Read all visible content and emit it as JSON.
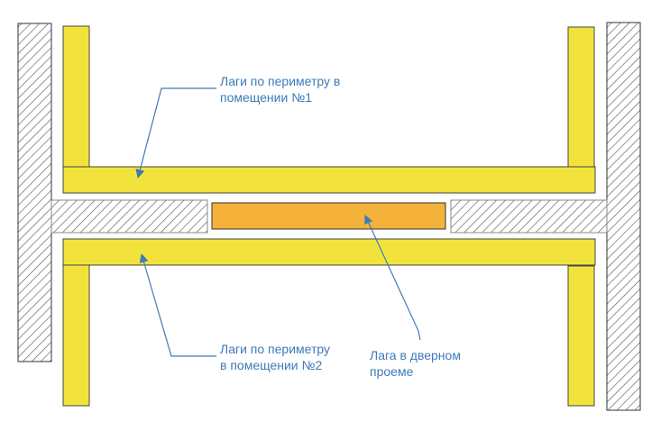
{
  "diagram": {
    "title": "",
    "colors": {
      "joist": "#f2e33c",
      "door_joist": "#f4b23a",
      "callout": "#3d7ab8",
      "wall_stroke": "#333333",
      "hatch": "#555555"
    },
    "labels": {
      "room1": "Лаги по периметру в\nпомещении №1",
      "room2": "Лаги по периметру\nв помещении №2",
      "door": "Лага в дверном\nпроеме"
    },
    "elements": [
      {
        "type": "wall",
        "name": "left-wall"
      },
      {
        "type": "wall",
        "name": "right-wall"
      },
      {
        "type": "wall",
        "name": "doorway-wall-left"
      },
      {
        "type": "wall",
        "name": "doorway-wall-right"
      },
      {
        "type": "joist",
        "name": "room1-joists"
      },
      {
        "type": "joist",
        "name": "room2-joists"
      },
      {
        "type": "door_joist",
        "name": "doorway-joist"
      }
    ]
  }
}
